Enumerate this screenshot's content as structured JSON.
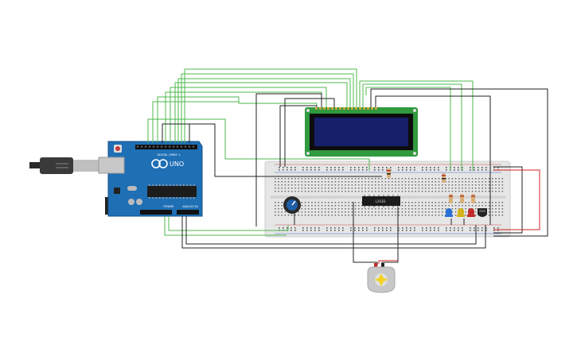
{
  "arduino": {
    "brand": "UNO",
    "digital_label": "DIGITAL (PWM~)",
    "power_label": "POWER",
    "analog_label": "ANALOG IN",
    "board_color": "#1f6fb5"
  },
  "driver_chip": {
    "label": "L293D"
  },
  "colors": {
    "wire_green": "#4cb84c",
    "wire_black": "#222222",
    "wire_red": "#d42020",
    "breadboard": "#e6e6e6",
    "lcd_pcb": "#2f9a3e",
    "lcd_screen": "#16206a"
  },
  "components": {
    "leds": [
      "blue",
      "yellow",
      "red"
    ],
    "led_colors": [
      "#2a6fd6",
      "#d6b21c",
      "#c42a2a"
    ],
    "icons": [
      "usb-cable-icon",
      "potentiometer-icon",
      "motor-icon",
      "temperature-sensor-icon"
    ]
  }
}
